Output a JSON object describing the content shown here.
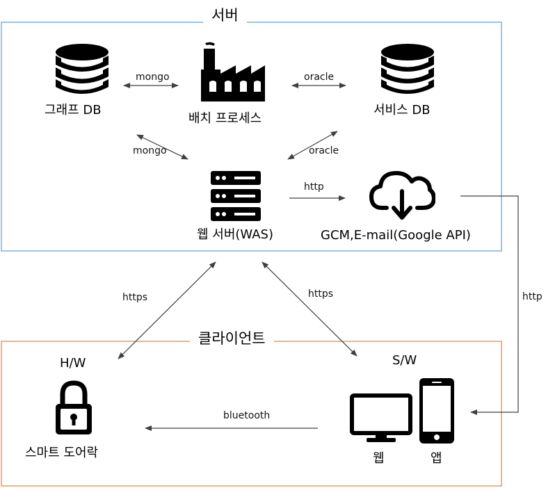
{
  "server": {
    "title": "서버",
    "graph_db": "그래프 DB",
    "batch": "배치 프로세스",
    "service_db": "서비스 DB",
    "was": "웹 서버(WAS)",
    "gcm": "GCM,E-mail(Google API)"
  },
  "client": {
    "title": "클라이언트",
    "hw": "H/W",
    "sw": "S/W",
    "lock": "스마트 도어락",
    "web": "웹",
    "app": "앱"
  },
  "edges": {
    "graph_batch": "mongo",
    "batch_service": "oracle",
    "graph_was": "mongo",
    "service_was": "oracle",
    "was_gcm": "http",
    "was_hw": "https",
    "was_sw": "https",
    "gcm_sw": "http",
    "sw_hw": "bluetooth"
  },
  "colors": {
    "server_border": "#9dc3e6",
    "client_border": "#f4b183",
    "arrow": "#404040"
  }
}
